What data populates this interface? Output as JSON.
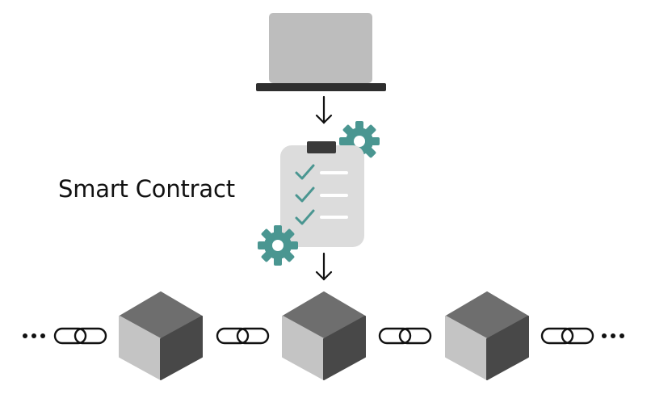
{
  "labels": {
    "smart_contract": "Smart Contract"
  },
  "icons": {
    "client": "laptop-icon",
    "contract": "clipboard-checklist-icon",
    "gears": "gear-icon",
    "blocks": "cube-icon",
    "links": "chain-link-icon",
    "continuation": "ellipsis-icon"
  },
  "colors": {
    "accent": "#4a9691",
    "laptop_body": "#bdbdbd",
    "laptop_base": "#2e2e2e",
    "clipboard": "#dcdcdc",
    "clip": "#3a3a3a",
    "cube_top": "#6e6e6e",
    "cube_left": "#c4c4c4",
    "cube_right": "#484848",
    "line": "#111111"
  },
  "diagram": {
    "block_count": 3,
    "checklist_items": 3
  }
}
